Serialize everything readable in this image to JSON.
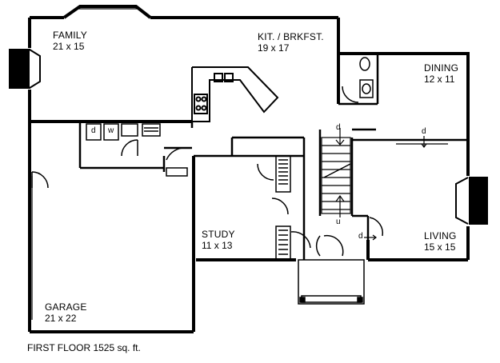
{
  "rooms": {
    "family": {
      "name": "FAMILY",
      "size": "21 x 15"
    },
    "kitchen": {
      "name": "KIT. / BRKFST.",
      "size": "19 x 17"
    },
    "dining": {
      "name": "DINING",
      "size": "12 x 11"
    },
    "study": {
      "name": "STUDY",
      "size": "11 x 13"
    },
    "living": {
      "name": "LIVING",
      "size": "15 x 15"
    },
    "garage": {
      "name": "GARAGE",
      "size": "21 x 22"
    }
  },
  "marks": {
    "down": "d",
    "up": "u",
    "washer": "w",
    "dryer": "d"
  },
  "caption": "FIRST FLOOR  1525  sq. ft."
}
